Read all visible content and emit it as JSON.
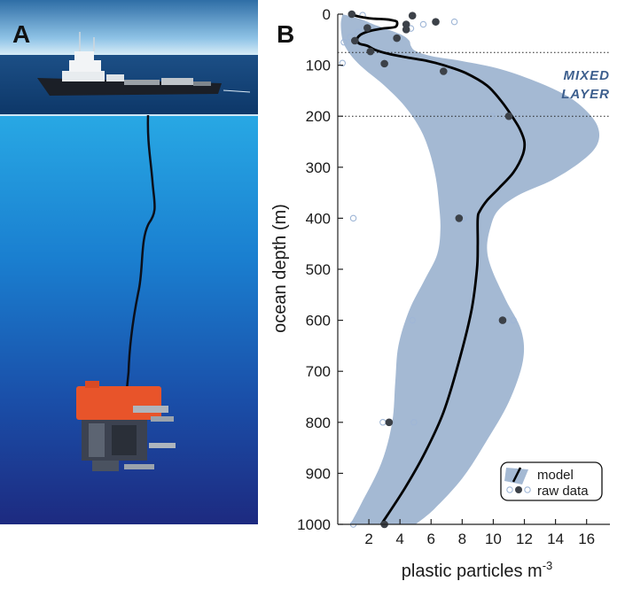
{
  "panel_a": {
    "label": "A"
  },
  "panel_b": {
    "label": "B"
  },
  "colors": {
    "band": "#a4b9d3",
    "line": "#000000",
    "dot": "#3c4148",
    "open_dot": "#9fb6d6",
    "annotation": "#3d5f8e"
  },
  "chart_data": {
    "type": "line",
    "title": "",
    "xlabel": "plastic particles m",
    "xlabel_sup": "-3",
    "ylabel": "ocean depth (m)",
    "xlim": [
      0,
      17.5
    ],
    "ylim": [
      1000,
      0
    ],
    "x_ticks": [
      2,
      4,
      6,
      8,
      10,
      12,
      14,
      16
    ],
    "y_ticks": [
      0,
      100,
      200,
      300,
      400,
      500,
      600,
      700,
      800,
      900,
      1000
    ],
    "grid": false,
    "reference_lines": [
      75,
      200
    ],
    "annotation": [
      "MIXED",
      "LAYER"
    ],
    "legend": {
      "position": "bottom-right",
      "entries": [
        "model",
        "raw data"
      ]
    },
    "series": [
      {
        "name": "model",
        "kind": "line",
        "points": [
          [
            0.8,
            0
          ],
          [
            1.4,
            5
          ],
          [
            2.0,
            8
          ],
          [
            2.4,
            9
          ],
          [
            3.1,
            10
          ],
          [
            3.5,
            12
          ],
          [
            3.8,
            15
          ],
          [
            3.7,
            25
          ],
          [
            2.9,
            28
          ],
          [
            2.2,
            32
          ],
          [
            1.6,
            38
          ],
          [
            1.3,
            45
          ],
          [
            1.25,
            52
          ],
          [
            1.4,
            58
          ],
          [
            1.9,
            62
          ],
          [
            2.4,
            70
          ],
          [
            3.3,
            78
          ],
          [
            4.5,
            85
          ],
          [
            5.8,
            92
          ],
          [
            6.8,
            100
          ],
          [
            8.2,
            115
          ],
          [
            9.6,
            140
          ],
          [
            10.5,
            170
          ],
          [
            11.2,
            200
          ],
          [
            11.7,
            225
          ],
          [
            12.0,
            250
          ],
          [
            11.9,
            275
          ],
          [
            11.3,
            310
          ],
          [
            10.4,
            340
          ],
          [
            9.6,
            365
          ],
          [
            9.15,
            385
          ],
          [
            9.0,
            400
          ],
          [
            9.0,
            450
          ],
          [
            8.95,
            500
          ],
          [
            8.6,
            580
          ],
          [
            7.8,
            680
          ],
          [
            6.8,
            780
          ],
          [
            5.6,
            860
          ],
          [
            4.3,
            930
          ],
          [
            2.8,
            1000
          ]
        ]
      },
      {
        "name": "model band",
        "kind": "band",
        "upper": [
          [
            0.3,
            0
          ],
          [
            1.5,
            10
          ],
          [
            2.3,
            20
          ],
          [
            3.4,
            32
          ],
          [
            4.2,
            42
          ],
          [
            4.6,
            52
          ],
          [
            4.7,
            62
          ],
          [
            5.0,
            72
          ],
          [
            6.0,
            82
          ],
          [
            8.0,
            92
          ],
          [
            10.5,
            108
          ],
          [
            13.0,
            135
          ],
          [
            15.0,
            165
          ],
          [
            16.3,
            200
          ],
          [
            16.8,
            230
          ],
          [
            16.6,
            260
          ],
          [
            15.6,
            290
          ],
          [
            13.8,
            325
          ],
          [
            11.6,
            355
          ],
          [
            10.3,
            385
          ],
          [
            9.8,
            420
          ],
          [
            9.6,
            460
          ],
          [
            9.9,
            500
          ],
          [
            10.8,
            560
          ],
          [
            11.8,
            620
          ],
          [
            11.9,
            680
          ],
          [
            11.0,
            760
          ],
          [
            9.5,
            840
          ],
          [
            8.0,
            910
          ],
          [
            6.2,
            970
          ],
          [
            5.0,
            1000
          ]
        ],
        "lower": [
          [
            0.3,
            0
          ],
          [
            0.2,
            20
          ],
          [
            0.3,
            50
          ],
          [
            0.6,
            70
          ],
          [
            1.1,
            90
          ],
          [
            1.8,
            110
          ],
          [
            3.0,
            140
          ],
          [
            4.3,
            180
          ],
          [
            5.3,
            225
          ],
          [
            5.9,
            270
          ],
          [
            6.3,
            320
          ],
          [
            6.5,
            370
          ],
          [
            6.6,
            420
          ],
          [
            6.4,
            470
          ],
          [
            5.6,
            520
          ],
          [
            4.6,
            580
          ],
          [
            3.9,
            650
          ],
          [
            3.7,
            720
          ],
          [
            3.5,
            800
          ],
          [
            2.8,
            880
          ],
          [
            1.5,
            960
          ],
          [
            0.8,
            1000
          ]
        ]
      },
      {
        "name": "raw data",
        "kind": "scatter",
        "filled": [
          [
            0.9,
            0
          ],
          [
            4.8,
            3
          ],
          [
            6.3,
            15
          ],
          [
            4.4,
            20
          ],
          [
            1.9,
            27
          ],
          [
            4.4,
            30
          ],
          [
            3.8,
            47
          ],
          [
            1.1,
            52
          ],
          [
            2.1,
            73
          ],
          [
            3.0,
            97
          ],
          [
            6.8,
            112
          ],
          [
            11.0,
            200
          ],
          [
            7.8,
            400
          ],
          [
            10.6,
            600
          ],
          [
            3.3,
            800
          ],
          [
            3.0,
            1000
          ]
        ],
        "open": [
          [
            1.6,
            2
          ],
          [
            7.5,
            15
          ],
          [
            5.5,
            20
          ],
          [
            4.7,
            28
          ],
          [
            1.3,
            35
          ],
          [
            0.8,
            45
          ],
          [
            0.4,
            55
          ],
          [
            0.3,
            96
          ],
          [
            7.2,
            112
          ],
          [
            9.9,
            200
          ],
          [
            1.0,
            400
          ],
          [
            8.1,
            400
          ],
          [
            4.8,
            600
          ],
          [
            11.3,
            600
          ],
          [
            2.9,
            800
          ],
          [
            4.9,
            800
          ],
          [
            1.0,
            1000
          ]
        ]
      }
    ]
  }
}
